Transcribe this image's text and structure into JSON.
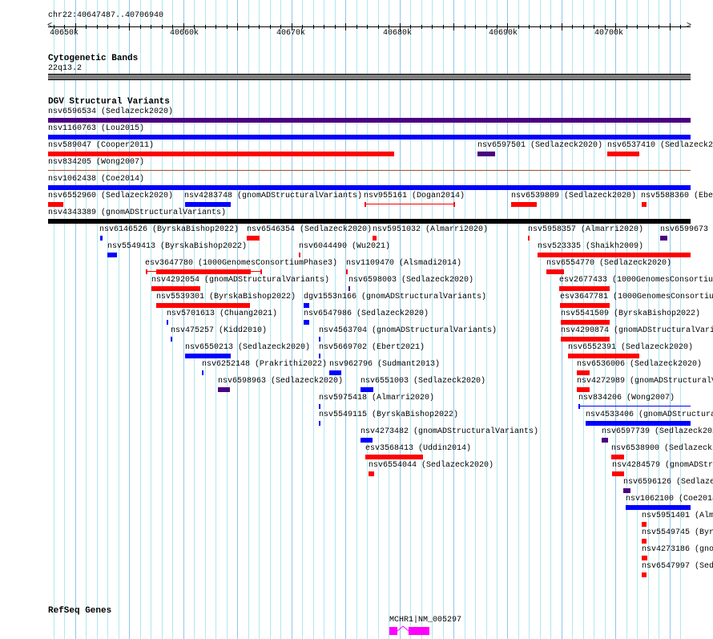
{
  "ruler": {
    "region": "chr22:40647487..40706940",
    "tick_labels": [
      "40650k",
      "40660k",
      "40670k",
      "40680k",
      "40690k",
      "40700k"
    ]
  },
  "cytoband": {
    "title": "Cytogenetic Bands",
    "band": "22q13.2",
    "band_color": "#808080"
  },
  "dgv": {
    "title": "DGV Structural Variants",
    "variants": [
      {
        "label": "nsv6596534 (Sedlazeck2020)",
        "color": "#4b0082"
      },
      {
        "label": "nsv1160763 (Lou2015)",
        "color": "#0000ff"
      },
      {
        "label": "nsv589047 (Cooper2011)",
        "color": "#ff0000"
      },
      {
        "label": "nsv6597501 (Sedlazeck2020)",
        "color": "#4b0082"
      },
      {
        "label": "nsv6537410 (Sedlazeck2",
        "color": "#ff0000"
      },
      {
        "label": "nsv834205 (Wong2007)",
        "color": "#a0522d"
      },
      {
        "label": "nsv1062438 (Coe2014)",
        "color": "#0000ff"
      },
      {
        "label": "nsv6552960 (Sedlazeck2020)",
        "color": "#ff0000"
      },
      {
        "label": "nsv4283748 (gnomADStructuralVariants)",
        "color": "#0000ff"
      },
      {
        "label": "nsv955161 (Dogan2014)",
        "color": "#ff0000"
      },
      {
        "label": "nsv6539809 (Sedlazeck2020)",
        "color": "#ff0000"
      },
      {
        "label": "nsv5588360 (Ebe",
        "color": "#ff0000"
      },
      {
        "label": "nsv4343389 (gnomADStructuralVariants)",
        "color": "#000000"
      },
      {
        "label": "nsv6146526 (ByrskaBishop2022)",
        "color": "#0000ff"
      },
      {
        "label": "nsv6546354 (Sedlazeck2020)",
        "color": "#ff0000"
      },
      {
        "label": "nsv5951032 (Almarri2020)",
        "color": "#ff0000"
      },
      {
        "label": "nsv5958357 (Almarri2020)",
        "color": "#ff0000"
      },
      {
        "label": "nsv6599673",
        "color": "#4b0082"
      },
      {
        "label": "nsv5549413 (ByrskaBishop2022)",
        "color": "#0000ff"
      },
      {
        "label": "nsv6044490 (Wu2021)",
        "color": "#ff0000"
      },
      {
        "label": "nsv523335 (Shaikh2009)",
        "color": "#ff0000"
      },
      {
        "label": "esv3647780 (1000GenomesConsortiumPhase3)",
        "color": "#ff0000"
      },
      {
        "label": "nsv1109470 (Alsmadi2014)",
        "color": "#ff0000"
      },
      {
        "label": "nsv6554770 (Sedlazeck2020)",
        "color": "#ff0000"
      },
      {
        "label": "nsv4292054 (gnomADStructuralVariants)",
        "color": "#ff0000"
      },
      {
        "label": "nsv6598003 (Sedlazeck2020)",
        "color": "#4b0082"
      },
      {
        "label": "esv2677433 (1000GenomesConsortiu",
        "color": "#ff0000"
      },
      {
        "label": "nsv5539301 (ByrskaBishop2022)",
        "color": "#ff0000"
      },
      {
        "label": "dgv1553n166 (gnomADStructuralVariants)",
        "color": "#0000ff"
      },
      {
        "label": "esv3647781 (1000GenomesConsortiu",
        "color": "#ff0000"
      },
      {
        "label": "nsv5701613 (Chuang2021)",
        "color": "#0000ff"
      },
      {
        "label": "nsv6547986 (Sedlazeck2020)",
        "color": "#0000ff"
      },
      {
        "label": "nsv5541509 (ByrskaBishop2022)",
        "color": "#ff0000"
      },
      {
        "label": "nsv475257 (Kidd2010)",
        "color": "#0000ff"
      },
      {
        "label": "nsv4563704 (gnomADStructuralVariants)",
        "color": "#0000ff"
      },
      {
        "label": "nsv4290874 (gnomADStructuralVari",
        "color": "#ff0000"
      },
      {
        "label": "nsv6550213 (Sedlazeck2020)",
        "color": "#0000ff"
      },
      {
        "label": "nsv5669702 (Ebert2021)",
        "color": "#0000ff"
      },
      {
        "label": "nsv6552391 (Sedlazeck2020)",
        "color": "#ff0000"
      },
      {
        "label": "nsv6252148 (Prakrithi2022)",
        "color": "#0000ff"
      },
      {
        "label": "nsv962796 (Sudmant2013)",
        "color": "#0000ff"
      },
      {
        "label": "nsv6536006 (Sedlazeck2020)",
        "color": "#ff0000"
      },
      {
        "label": "nsv6598963 (Sedlazeck2020)",
        "color": "#4b0082"
      },
      {
        "label": "nsv6551003 (Sedlazeck2020)",
        "color": "#0000ff"
      },
      {
        "label": "nsv4272989 (gnomADStructuralV",
        "color": "#ff0000"
      },
      {
        "label": "nsv5975418 (Almarri2020)",
        "color": "#0000ff"
      },
      {
        "label": "nsv834206 (Wong2007)",
        "color": "#0000ff"
      },
      {
        "label": "nsv5549115 (ByrskaBishop2022)",
        "color": "#0000ff"
      },
      {
        "label": "nsv4533406 (gnomADStructura",
        "color": "#0000ff"
      },
      {
        "label": "nsv4273482 (gnomADStructuralVariants)",
        "color": "#0000ff"
      },
      {
        "label": "nsv6597739 (Sedlazeck202",
        "color": "#4b0082"
      },
      {
        "label": "esv3568413 (Uddin2014)",
        "color": "#ff0000"
      },
      {
        "label": "nsv6538900 (Sedlazeck2",
        "color": "#ff0000"
      },
      {
        "label": "nsv6554044 (Sedlazeck2020)",
        "color": "#ff0000"
      },
      {
        "label": "nsv4284579 (gnomADStr",
        "color": "#ff0000"
      },
      {
        "label": "nsv6596126 (Sedlaze",
        "color": "#4b0082"
      },
      {
        "label": "nsv1062100 (Coe2014",
        "color": "#0000ff"
      },
      {
        "label": "nsv5951401 (Alm",
        "color": "#ff0000"
      },
      {
        "label": "nsv5549745 (Byr",
        "color": "#ff0000"
      },
      {
        "label": "nsv4273186 (gno",
        "color": "#ff0000"
      },
      {
        "label": "nsv6547997 (Sed",
        "color": "#ff0000"
      }
    ]
  },
  "refseq": {
    "title": "RefSeq Genes",
    "gene_label": "MCHR1|NM_005297",
    "color": "#ff00ff"
  }
}
